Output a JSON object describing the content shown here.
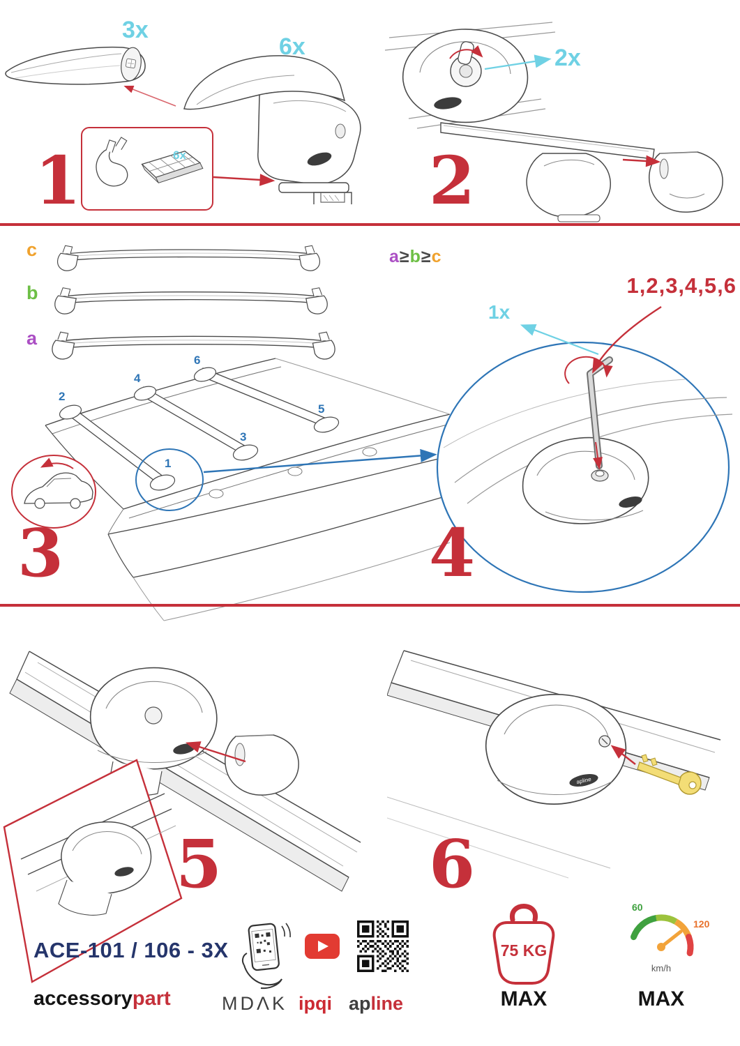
{
  "colors": {
    "accent_red": "#c5303a",
    "cyan": "#6fd1e4",
    "blue": "#2e75b6",
    "orange": "#f0a22e",
    "green": "#6dbf45",
    "purple": "#ab4fc4",
    "navy": "#25356b"
  },
  "step1": {
    "number": "1",
    "bar_qty": "3x",
    "foot_qty": "6x",
    "inset_qty": "6x"
  },
  "step2": {
    "number": "2",
    "key_qty": "2x"
  },
  "step3": {
    "number": "3",
    "label_a": "a",
    "label_b": "b",
    "label_c": "c",
    "rule_a": "a",
    "rule_b": "b",
    "rule_c": "c",
    "gte": "≥",
    "pos1": "1",
    "pos2": "2",
    "pos3": "3",
    "pos4": "4",
    "pos5": "5",
    "pos6": "6"
  },
  "step4": {
    "number": "4",
    "sequence": "1,2,3,4,5,6",
    "key_qty": "1x",
    "callout": "1"
  },
  "step5": {
    "number": "5"
  },
  "step6": {
    "number": "6"
  },
  "parts": {
    "brand_sticker": "apline"
  },
  "footer": {
    "model": "ACE-101 / 106 - 3X",
    "brand_main": "accessory",
    "brand_accent": "part",
    "partner1": "MDΛK",
    "partner2": "ipqi",
    "partner3_main": "ap",
    "partner3_accent": "line",
    "weight_limit": "75 KG",
    "weight_max_label": "MAX",
    "speed_tick_low": "60",
    "speed_tick_high": "120",
    "speed_unit": "km/h",
    "speed_max_label": "MAX"
  }
}
